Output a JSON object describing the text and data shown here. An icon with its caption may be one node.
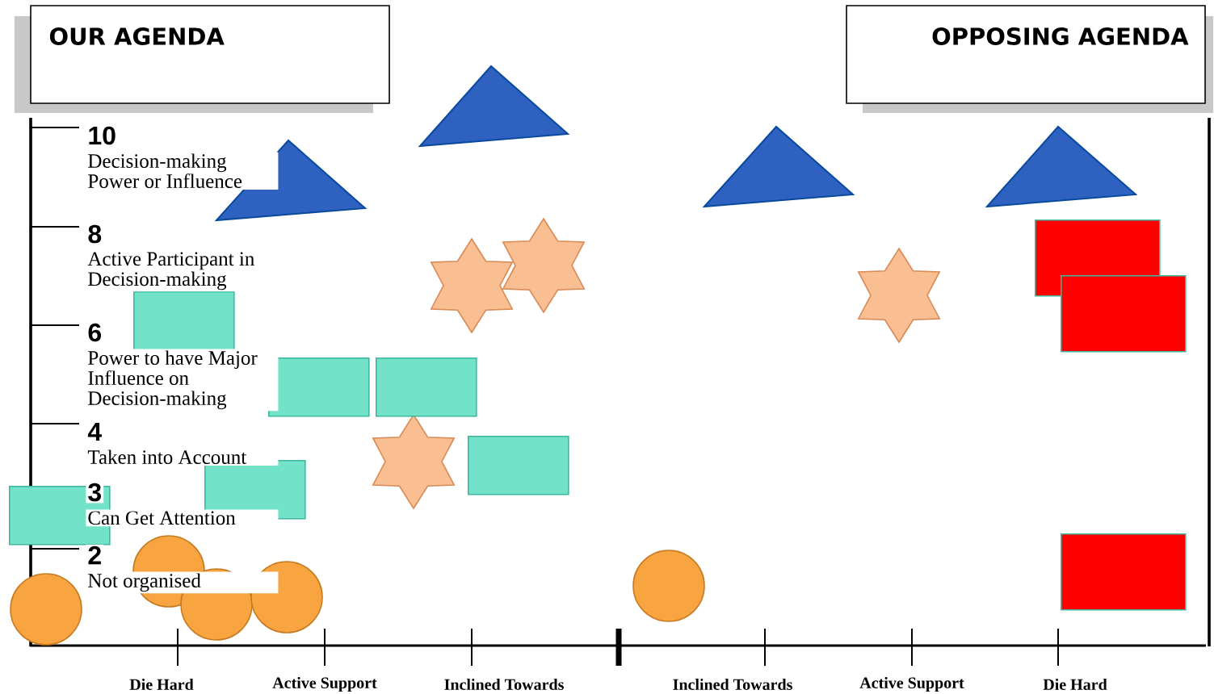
{
  "diagram": {
    "nodes": [
      {
        "text": [
          "OUR AGENDA"
        ]
      },
      {
        "text": [
          "OPPOSING AGENDA"
        ]
      },
      {
        "text": [],
        "shape": "triangle"
      },
      {
        "text": [],
        "shape": "triangle"
      },
      {
        "text": [],
        "shape": "triangle"
      },
      {
        "text": [],
        "shape": "triangle"
      },
      {
        "text": [],
        "shape": "star"
      },
      {
        "text": [],
        "shape": "star"
      },
      {
        "text": [],
        "shape": "star"
      },
      {
        "text": [],
        "shape": "star"
      },
      {
        "text": [],
        "shape": "box"
      },
      {
        "text": [],
        "shape": "box"
      },
      {
        "text": [],
        "shape": "box"
      },
      {
        "text": [],
        "shape": "box"
      },
      {
        "text": [],
        "shape": "box"
      },
      {
        "text": [],
        "shape": "box"
      },
      {
        "text": [],
        "shape": "box"
      },
      {
        "text": [],
        "shape": "box"
      },
      {
        "text": [],
        "shape": "box"
      },
      {
        "text": [],
        "shape": "circle"
      },
      {
        "text": [],
        "shape": "circle"
      },
      {
        "text": [],
        "shape": "circle"
      },
      {
        "text": [],
        "shape": "circle"
      },
      {
        "text": [],
        "shape": "circle"
      }
    ],
    "labels": [
      "10",
      "Decision-making Power or Influence",
      "8",
      "Active Participant in Decision-making",
      "6",
      "Power to have Major Influence on Decision-making",
      "4",
      "Taken into Account",
      "3",
      "Can Get Attention",
      "2",
      "Not organised",
      "Die Hard",
      "Active Support",
      "Inclined Towards",
      "Inclined Towards",
      "Active Support",
      "Die Hard"
    ]
  }
}
